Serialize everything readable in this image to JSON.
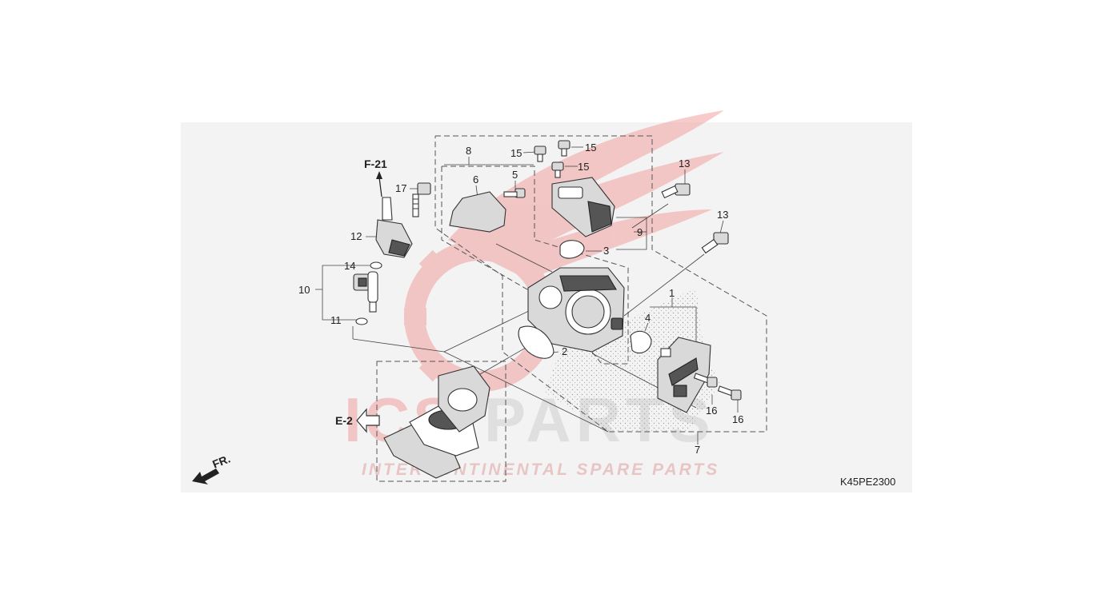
{
  "diagram": {
    "code": "K45PE2300",
    "refs": {
      "f21": "F-21",
      "e2": "E-2",
      "fr": "FR."
    },
    "callouts": {
      "c1": "1",
      "c2": "2",
      "c3": "3",
      "c4": "4",
      "c5": "5",
      "c6": "6",
      "c7": "7",
      "c8": "8",
      "c9": "9",
      "c10": "10",
      "c11": "11",
      "c12": "12",
      "c13a": "13",
      "c13b": "13",
      "c14": "14",
      "c15a": "15",
      "c15b": "15",
      "c15c": "15",
      "c16a": "16",
      "c16b": "16",
      "c17": "17"
    }
  },
  "watermark": {
    "brand_left": "ICS",
    "brand_right": "PARTS",
    "tagline": "INTERCONTINENTAL SPARE PARTS",
    "color": "#e85555"
  }
}
